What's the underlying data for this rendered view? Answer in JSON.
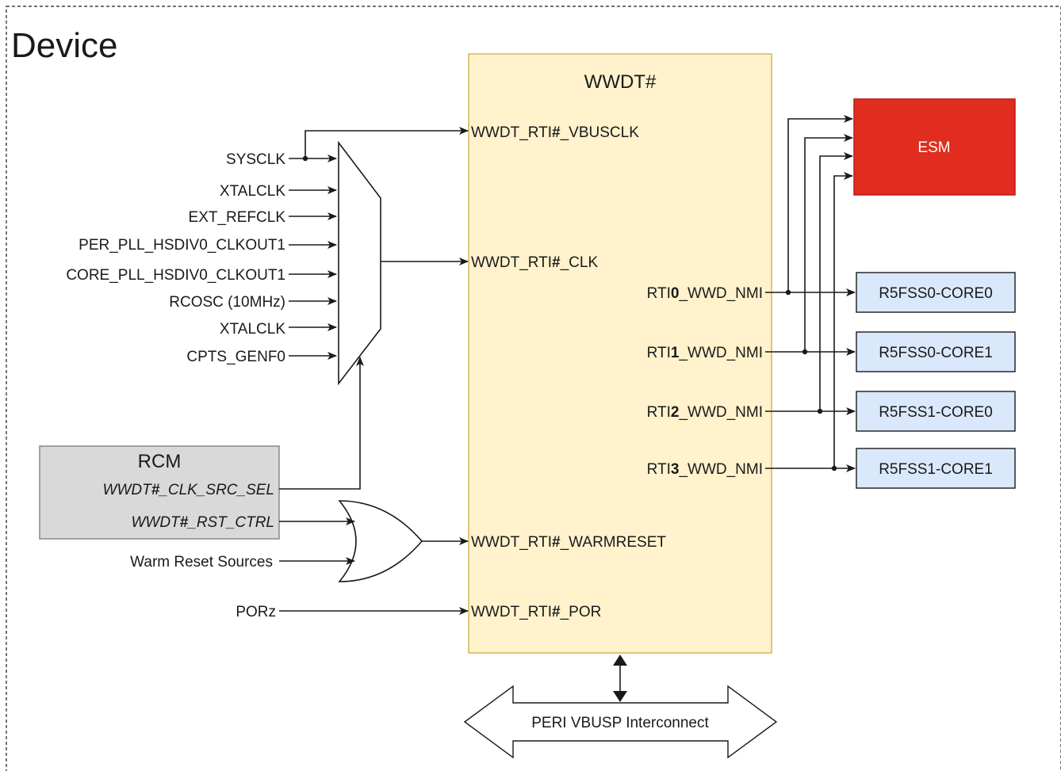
{
  "device_label": "Device",
  "wwdt": {
    "title": "WWDT#",
    "inputs": {
      "vbusclk": [
        "WWDT_RTI",
        "#",
        "_VBUSCLK"
      ],
      "clk": [
        "WWDT_RTI",
        "#",
        "_CLK"
      ],
      "warmreset": [
        "WWDT_RTI",
        "#",
        "_WARMRESET"
      ],
      "por": [
        "WWDT_RTI",
        "#",
        "_POR"
      ]
    },
    "outputs": [
      [
        "RTI",
        "0",
        "_WWD_NMI"
      ],
      [
        "RTI",
        "1",
        "_WWD_NMI"
      ],
      [
        "RTI",
        "2",
        "_WWD_NMI"
      ],
      [
        "RTI",
        "3",
        "_WWD_NMI"
      ]
    ]
  },
  "clock_sources": [
    "SYSCLK",
    "XTALCLK",
    "EXT_REFCLK",
    "PER_PLL_HSDIV0_CLKOUT1",
    "CORE_PLL_HSDIV0_CLKOUT1",
    "RCOSC (10MHz)",
    "XTALCLK",
    "CPTS_GENF0"
  ],
  "rcm": {
    "title": "RCM",
    "clk_src_sel": [
      "WWDT",
      "#",
      "_CLK_SRC_SEL"
    ],
    "rst_ctrl": [
      "WWDT",
      "#",
      "_RST_CTRL"
    ]
  },
  "warm_reset_sources": "Warm Reset Sources",
  "porz": "PORz",
  "esm": {
    "label": "ESM"
  },
  "cores": [
    "R5FSS0-CORE0",
    "R5FSS0-CORE1",
    "R5FSS1-CORE0",
    "R5FSS1-CORE1"
  ],
  "interconnect": "PERI VBUSP Interconnect",
  "colors": {
    "wwdt_fill": "#fff2cc",
    "wwdt_stroke": "#d6b656",
    "esm_fill": "#e02d1f",
    "core_fill": "#dae8fc",
    "rcm_fill": "#d9d9d9"
  }
}
